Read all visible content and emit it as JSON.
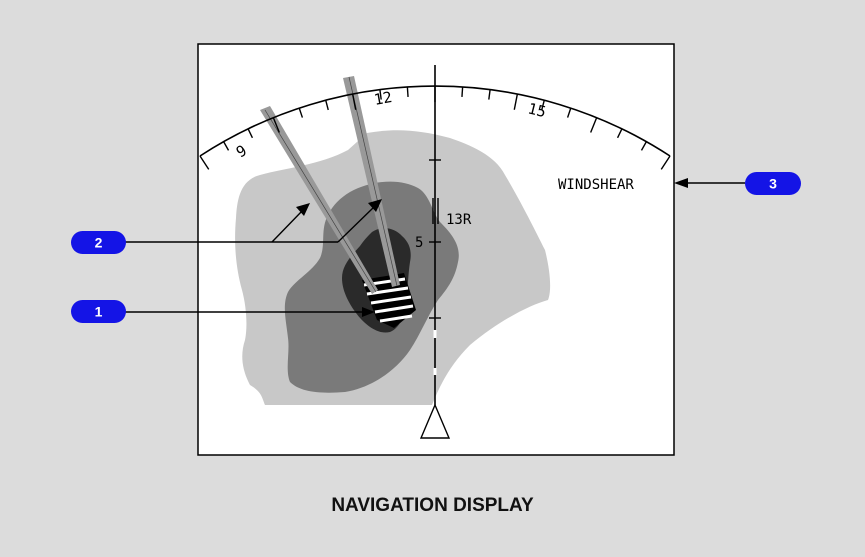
{
  "caption": "NAVIGATION DISPLAY",
  "compass": {
    "labels": [
      "9",
      "12",
      "15"
    ]
  },
  "range_label": "5",
  "runway_label": "13R",
  "alert_text": "WINDSHEAR",
  "callouts": [
    "1",
    "2",
    "3"
  ],
  "colors": {
    "background": "#dcdcdc",
    "display": "#ffffff",
    "light_cell": "#c8c8c8",
    "mid_cell": "#7a7a7a",
    "dark_cell": "#2a2a2a",
    "callout": "#1414e6"
  }
}
